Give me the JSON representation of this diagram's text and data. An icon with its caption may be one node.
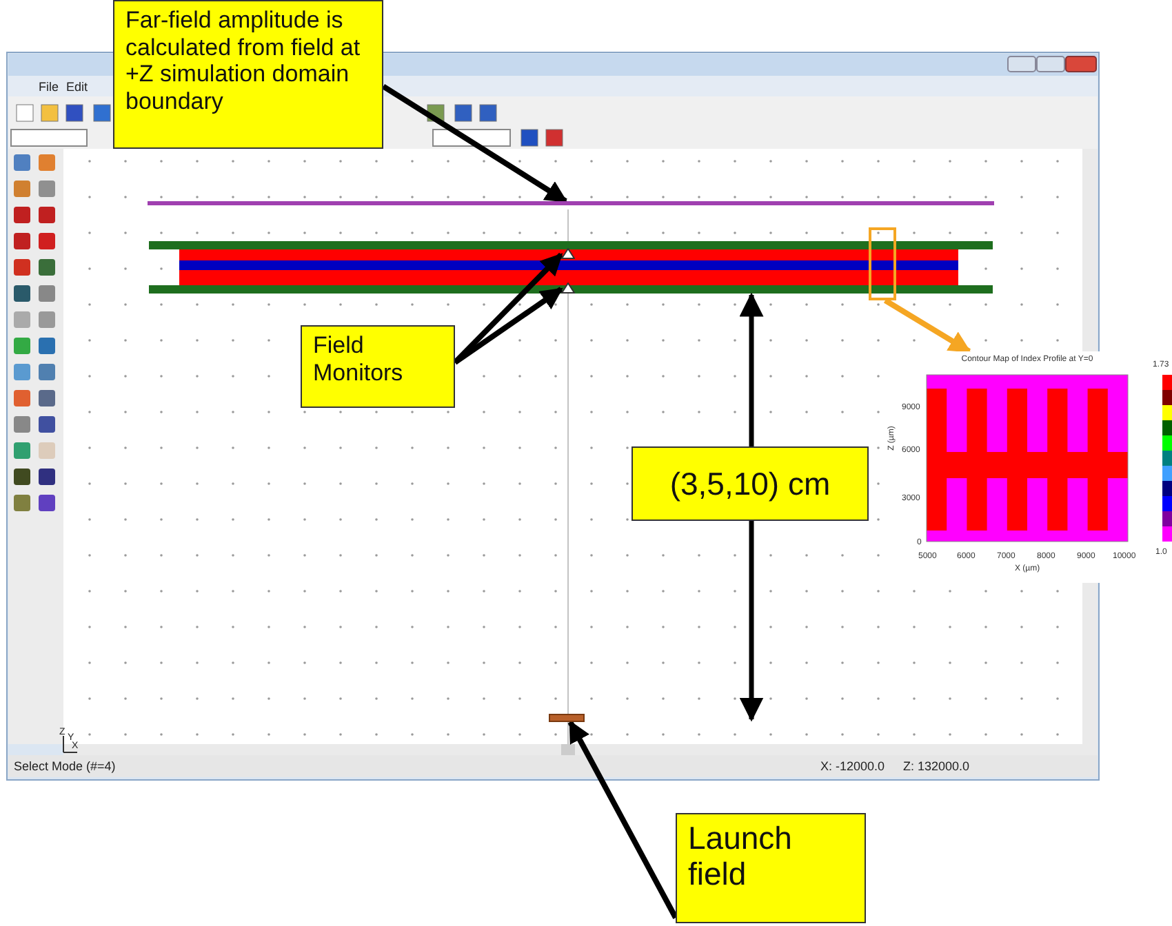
{
  "diagram": {
    "nodes": [
      {
        "text": [
          "Far-field amplitude is calculated from field at +Z simulation domain boundary"
        ]
      },
      {
        "text": [],
        "shape": "bar"
      },
      {
        "text": [],
        "shape": "triangle"
      },
      {
        "text": [],
        "shape": "triangle"
      },
      {
        "text": [
          "Field Monitors"
        ]
      },
      {
        "text": [
          "(3,5,10) cm"
        ]
      },
      {
        "text": [],
        "shape": "bar"
      },
      {
        "text": [
          "Launch field"
        ]
      },
      {
        "text": [],
        "shape": "box"
      },
      {
        "text": [
          "Contour Map of Index Profile at Y=0"
        ]
      }
    ],
    "edges": [
      {
        "from": 0,
        "to": 1,
        "arrow": "to"
      },
      {
        "from": 4,
        "to": 2,
        "arrow": "to"
      },
      {
        "from": 4,
        "to": 3,
        "arrow": "to"
      },
      {
        "from": 7,
        "to": 6,
        "arrow": "to"
      },
      {
        "from": 8,
        "to": 9,
        "arrow": "to",
        "color": "#f5a623"
      }
    ],
    "labels": [
      "File",
      "Edit",
      "9000",
      "6000",
      "3000",
      "0",
      "Z (µm)",
      "5000",
      "6000",
      "7000",
      "8000",
      "9000",
      "10000",
      "X (µm)",
      "1.73",
      "1.0",
      "Select Mode (#=4)",
      "X: -12000.0",
      "Z: 132000.0",
      "Z",
      "Y",
      "X"
    ]
  }
}
